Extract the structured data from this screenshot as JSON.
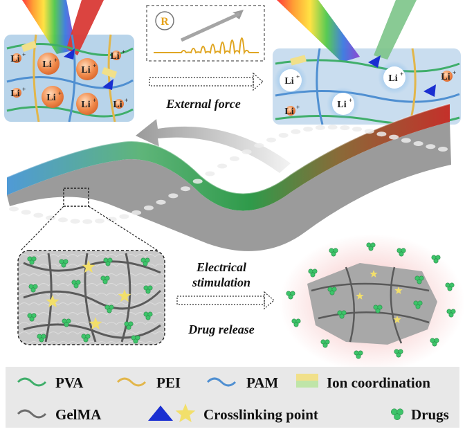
{
  "figure": {
    "r_badge": "R",
    "li_ion": "Li",
    "li_charge": "+",
    "external_force": "External force",
    "electrical_stimulation_line1": "Electrical",
    "electrical_stimulation_line2": "stimulation",
    "drug_release": "Drug release"
  },
  "legend": {
    "items": [
      {
        "label": "PVA",
        "icon": "green-wavy-line-icon",
        "color": "#3fae6a"
      },
      {
        "label": "PEI",
        "icon": "yellow-wavy-line-icon",
        "color": "#e2b64a"
      },
      {
        "label": "PAM",
        "icon": "blue-wavy-line-icon",
        "color": "#4f8fd1"
      },
      {
        "label": "Ion coordination",
        "icon": "ion-coordination-icon",
        "color": "#f1e08a"
      },
      {
        "label": "GelMA",
        "icon": "gray-wavy-line-icon",
        "color": "#6d6d6d"
      },
      {
        "label": "Crosslinking point",
        "icon": "triangle-star-icon",
        "color": "#1a2fd1"
      },
      {
        "label": "Drugs",
        "icon": "drug-cluster-icon",
        "color": "#3dc46a"
      }
    ]
  },
  "colors": {
    "li_ion": "#f08a4b",
    "crosslink_triangle": "#1a2fd1",
    "crosslink_star": "#f2df6a",
    "drug": "#3dc46a",
    "hydrogel_blue": "#4f9ad6",
    "hydrogel_green": "#36a05a",
    "hydrogel_red": "#c4302a"
  }
}
